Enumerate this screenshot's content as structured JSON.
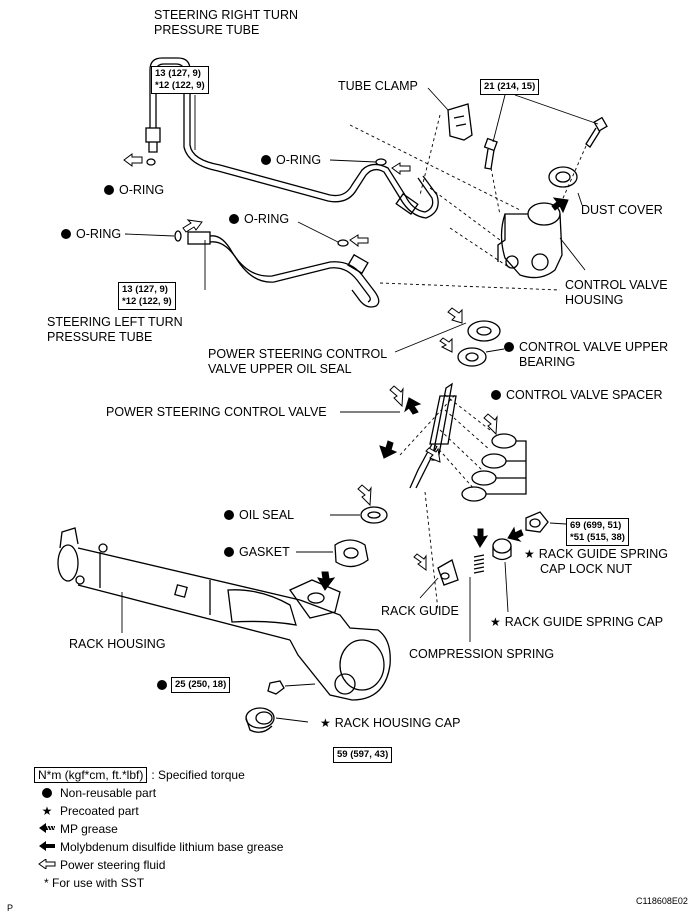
{
  "labels": {
    "right_tube": [
      "STEERING RIGHT TURN",
      "PRESSURE TUBE"
    ],
    "left_tube": [
      "STEERING LEFT TURN",
      "PRESSURE TUBE"
    ],
    "tube_clamp": "TUBE CLAMP",
    "dust_cover": "DUST COVER",
    "control_valve_housing": [
      "CONTROL VALVE",
      "HOUSING"
    ],
    "o_ring": "O-RING",
    "upper_oil_seal": [
      "POWER STEERING CONTROL",
      "VALVE UPPER OIL SEAL"
    ],
    "upper_bearing": [
      "CONTROL VALVE UPPER",
      "BEARING"
    ],
    "control_valve": "POWER STEERING CONTROL VALVE",
    "valve_spacer": "CONTROL VALVE SPACER",
    "oil_seal": "OIL SEAL",
    "gasket": "GASKET",
    "rack_guide": "RACK GUIDE",
    "rack_housing": "RACK HOUSING",
    "compression_spring": "COMPRESSION SPRING",
    "spring_cap_lock_nut": [
      "RACK GUIDE SPRING",
      "CAP LOCK NUT"
    ],
    "spring_cap": "RACK GUIDE SPRING CAP",
    "housing_cap": "RACK HOUSING CAP"
  },
  "torques": {
    "tube_right": [
      "13 (127, 9)",
      "*12 (122, 9)"
    ],
    "tube_left": [
      "13 (127, 9)",
      "*12 (122, 9)"
    ],
    "housing_bolt": "21 (214, 15)",
    "lock_nut": [
      "69 (699, 51)",
      "*51 (515, 38)"
    ],
    "small_nut": "25 (250, 18)",
    "housing_cap": "59 (597, 43)"
  },
  "legend": {
    "torque_box": "N*m (kgf*cm, ft.*lbf)",
    "torque_desc": ": Specified torque",
    "non_reusable": "Non-reusable part",
    "precoated": "Precoated part",
    "mp_grease": "MP grease",
    "moly_grease": "Molybdenum disulfide lithium base grease",
    "ps_fluid": "Power steering fluid",
    "sst": "* For use with SST"
  },
  "corner": {
    "left": "P",
    "right": "C118608E02"
  }
}
